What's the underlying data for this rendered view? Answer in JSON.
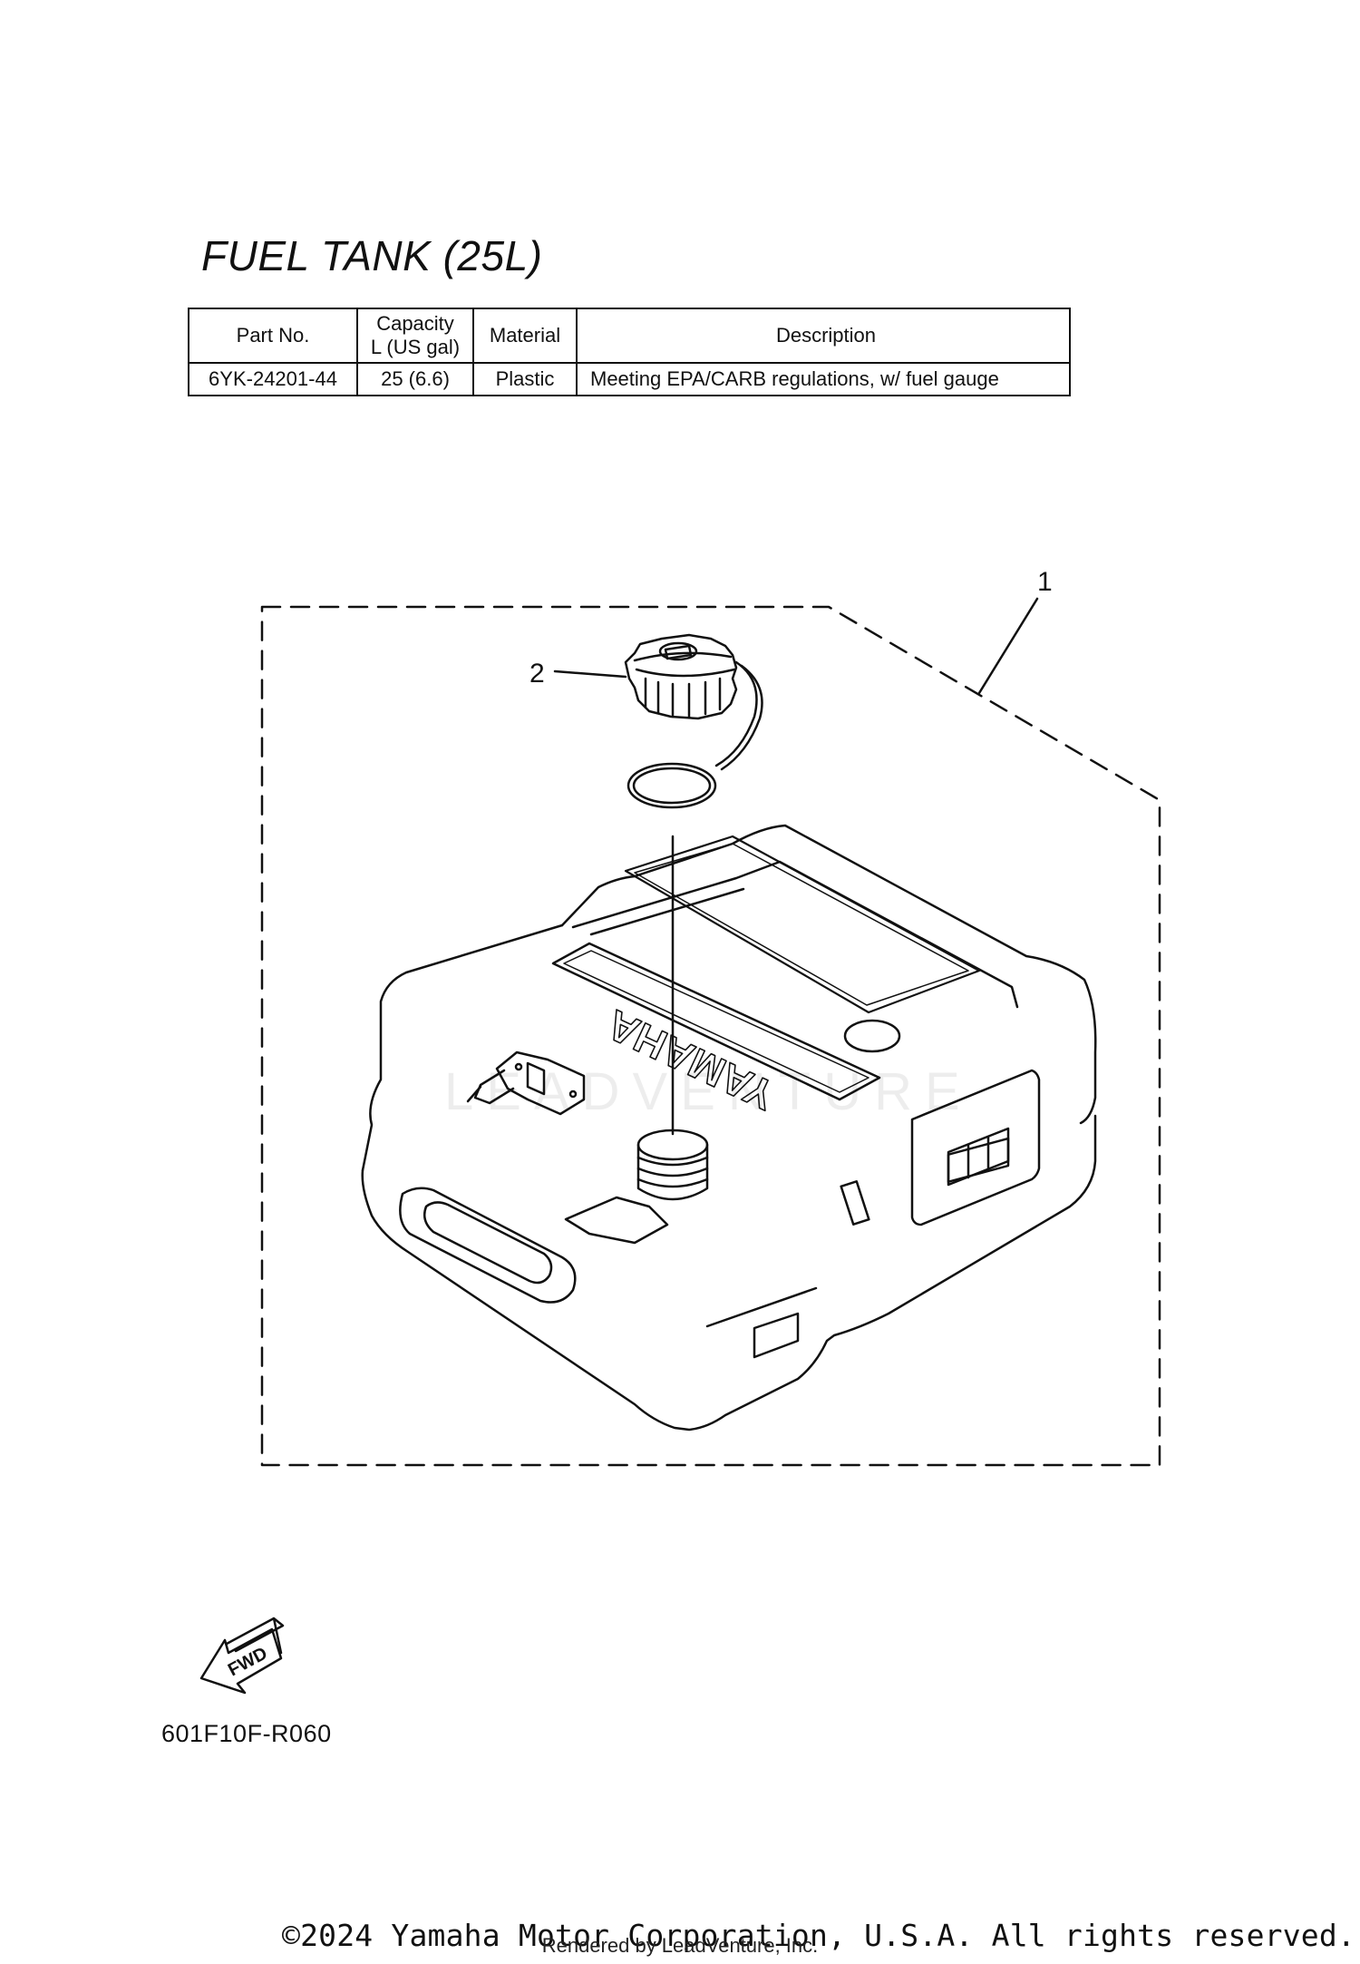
{
  "title": "FUEL TANK (25L)",
  "table": {
    "headers": [
      "Part No.",
      "Capacity\nL (US gal)",
      "Material",
      "Description"
    ],
    "header_capacity_line1": "Capacity",
    "header_capacity_line2": "L (US gal)",
    "rows": [
      {
        "part_no": "6YK-24201-44",
        "capacity": "25 (6.6)",
        "material": "Plastic",
        "description": "Meeting EPA/CARB regulations, w/ fuel gauge"
      }
    ]
  },
  "callouts": {
    "one": "1",
    "two": "2"
  },
  "tank_brand_text": "YAMAHA",
  "fwd_label": "FWD",
  "diagram_code": "601F10F-R060",
  "watermark_text": "LEADVENTURE",
  "copyright": "©2024 Yamaha Motor Corporation, U.S.A. All rights reserved.",
  "rendered_by": "Rendered by LeadVenture, Inc."
}
